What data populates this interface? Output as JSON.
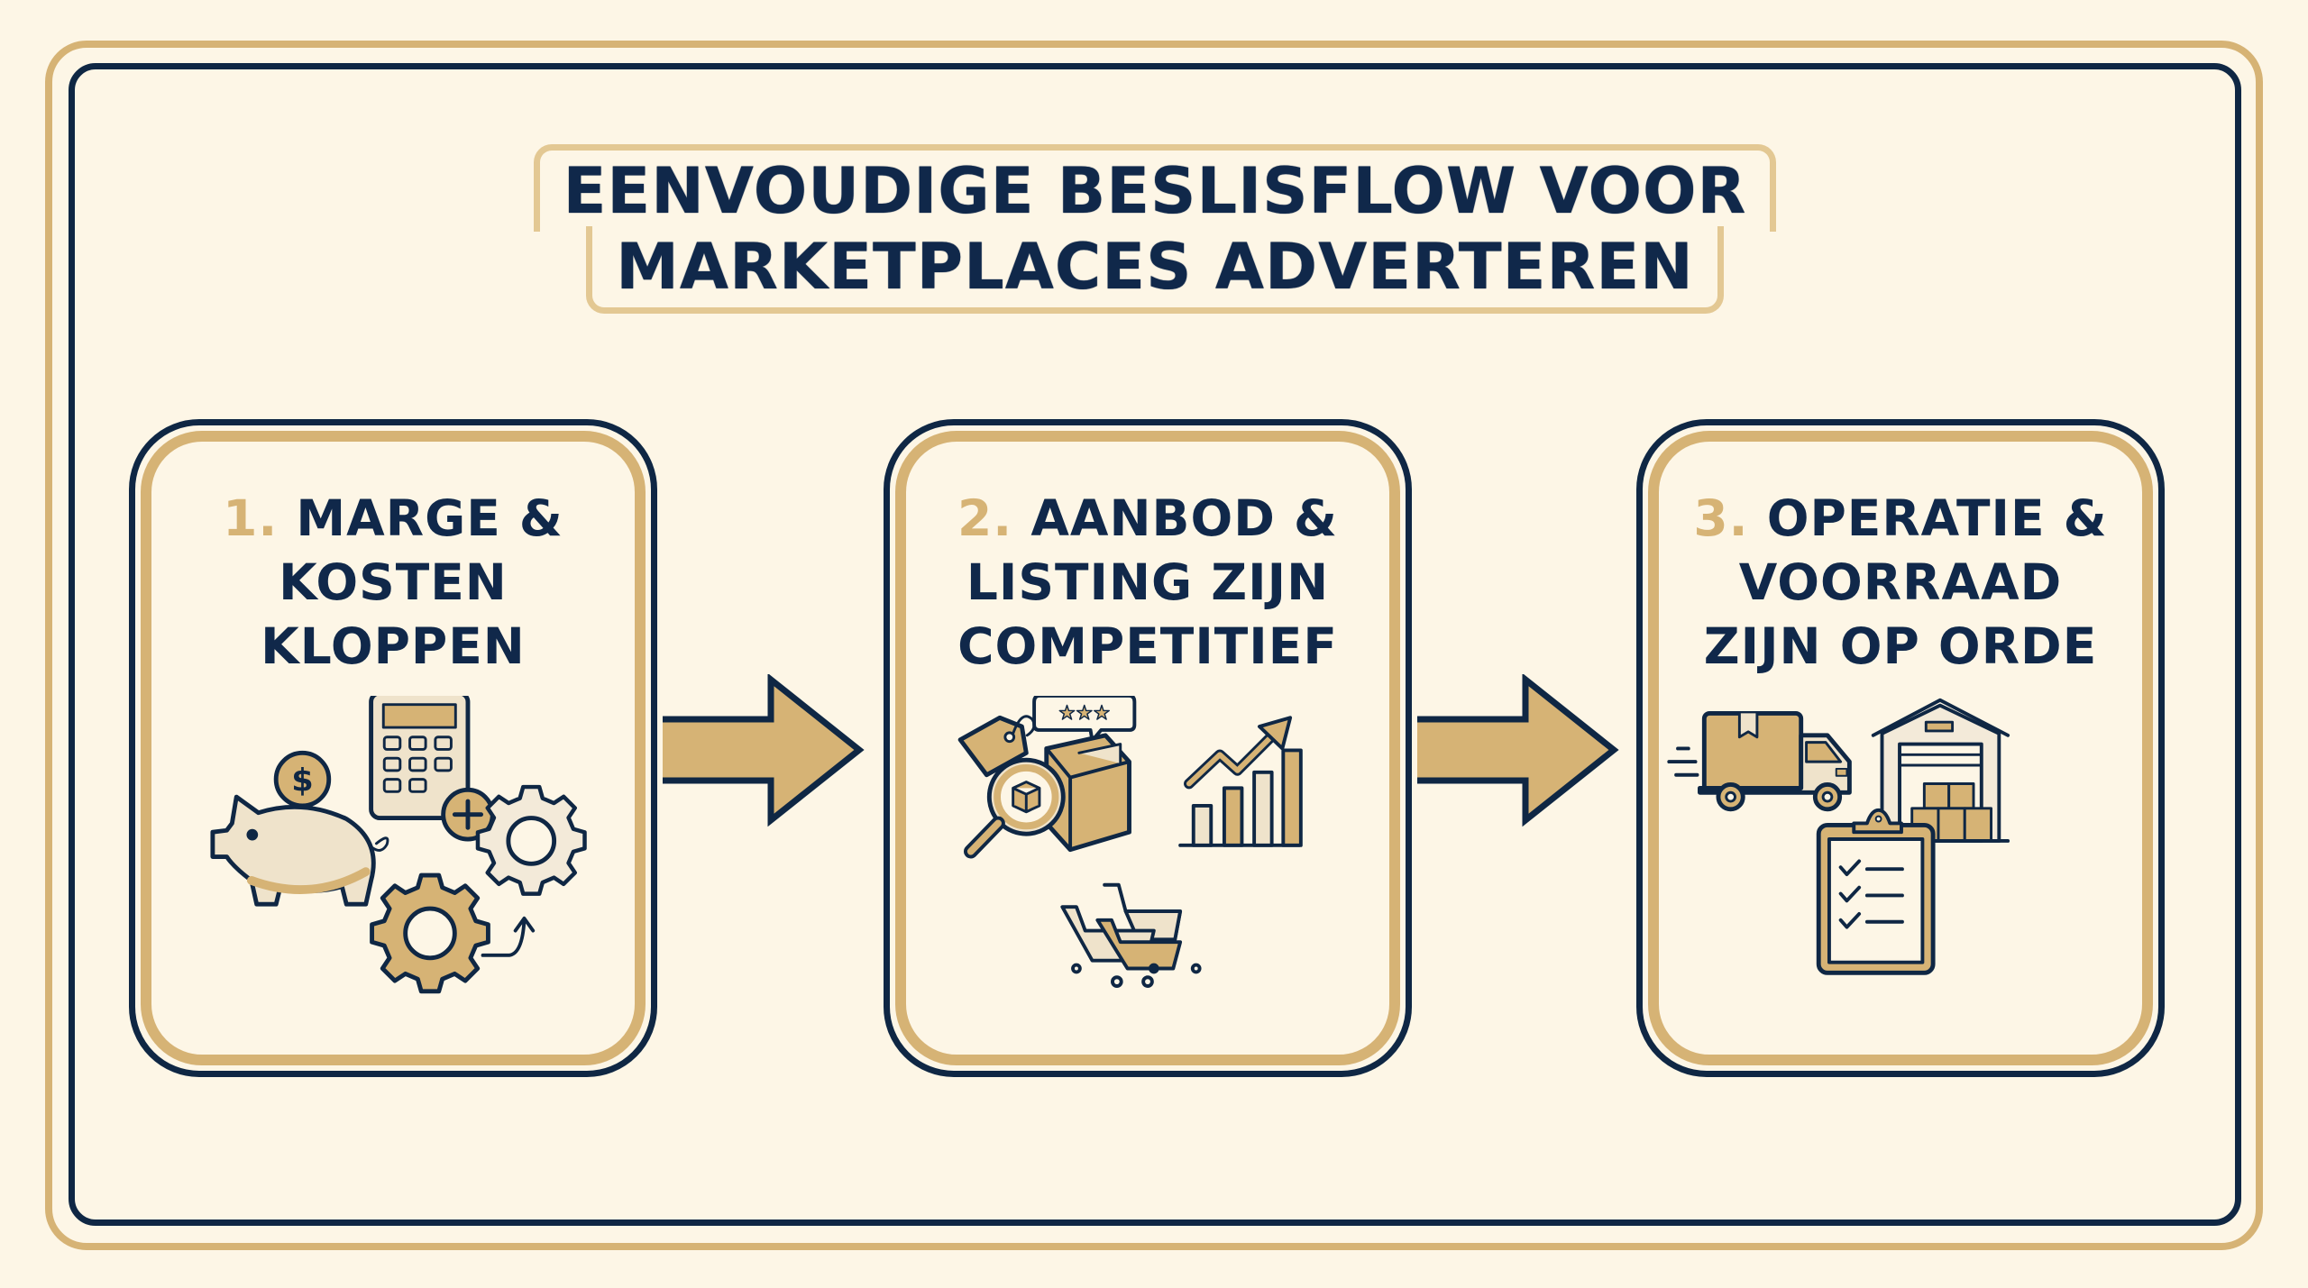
{
  "title": {
    "line1": "EENVOUDIGE BESLISFLOW VOOR",
    "line2": "MARKETPLACES ADVERTEREN"
  },
  "colors": {
    "background": "#fdf6e6",
    "navy": "#0f2744",
    "gold": "#d6b375",
    "cream": "#efe3cb"
  },
  "steps": [
    {
      "number": "1.",
      "title": "MARGE & KOSTEN KLOPPEN",
      "line1": "MARGE &",
      "line2": "KOSTEN",
      "line3": "KLOPPEN",
      "icons": [
        "piggy-bank-icon",
        "dollar-coin-icon",
        "calculator-icon",
        "plus-circle-icon",
        "gear-icon",
        "gear-icon",
        "curved-arrow-icon"
      ]
    },
    {
      "number": "2.",
      "title": "AANBOD & LISTING ZIJN COMPETITIEF",
      "line1": "AANBOD &",
      "line2": "LISTING ZIJN",
      "line3": "COMPETITIEF",
      "icons": [
        "price-tag-icon",
        "star-rating-bubble-icon",
        "magnifier-box-icon",
        "growth-bar-chart-icon",
        "shopping-carts-icon"
      ]
    },
    {
      "number": "3.",
      "title": "OPERATIE & VOORRAAD ZIJN OP ORDE",
      "line1": "OPERATIE &",
      "line2": "VOORRAAD",
      "line3": "ZIJN OP ORDE",
      "icons": [
        "delivery-truck-icon",
        "warehouse-icon",
        "clipboard-checklist-icon"
      ]
    }
  ],
  "connectors": [
    {
      "from": 1,
      "to": 2,
      "icon": "arrow-right-icon"
    },
    {
      "from": 2,
      "to": 3,
      "icon": "arrow-right-icon"
    }
  ]
}
